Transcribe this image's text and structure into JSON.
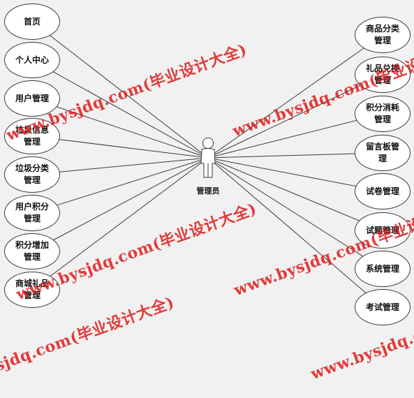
{
  "actor": {
    "label": "管理员",
    "icon": "user-actor-icon"
  },
  "use_cases_left": [
    {
      "id": "home",
      "label": "首页"
    },
    {
      "id": "personal-center",
      "label": "个人中心"
    },
    {
      "id": "user-management",
      "label": "用户管理"
    },
    {
      "id": "garbage-info-management",
      "label": "垃圾信息管理"
    },
    {
      "id": "garbage-category-management",
      "label": "垃圾分类管理"
    },
    {
      "id": "user-points-management",
      "label": "用户积分管理"
    },
    {
      "id": "points-increase-management",
      "label": "积分增加管理"
    },
    {
      "id": "mall-gift-management",
      "label": "商城礼品管理"
    }
  ],
  "use_cases_right": [
    {
      "id": "product-category-management",
      "label": "商品分类管理"
    },
    {
      "id": "gift-exchange-management",
      "label": "礼品兑换管理"
    },
    {
      "id": "points-consumption-management",
      "label": "积分消耗管理"
    },
    {
      "id": "message-board-management",
      "label": "留言板管理"
    },
    {
      "id": "exam-paper-management",
      "label": "试卷管理"
    },
    {
      "id": "question-management",
      "label": "试题管理"
    },
    {
      "id": "system-management",
      "label": "系统管理"
    },
    {
      "id": "exam-management",
      "label": "考试管理"
    }
  ],
  "watermark": {
    "text": "www.bysjdq.com(毕业设计大全)",
    "color": "#e01c1c"
  },
  "colors": {
    "background": "#f1f1f1",
    "stroke": "#3a3a3a",
    "fill": "#ffffff"
  }
}
